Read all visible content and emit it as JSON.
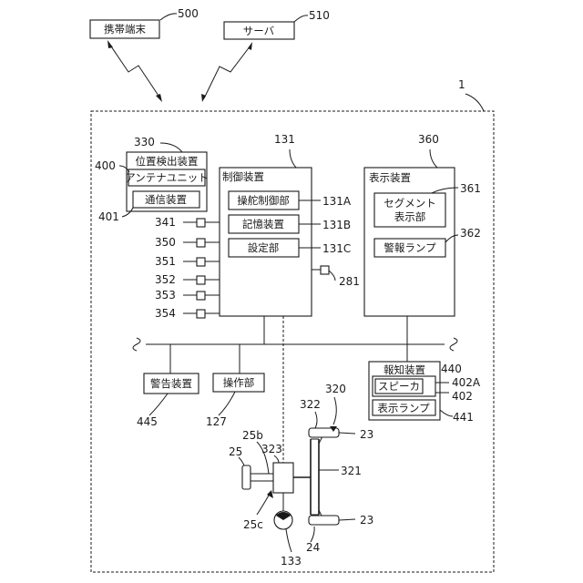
{
  "external": {
    "mobile_terminal": {
      "label": "携帯端末",
      "ref": "500"
    },
    "server": {
      "label": "サーバ",
      "ref": "510"
    }
  },
  "system_ref": "1",
  "position_detector": {
    "ref": "330",
    "title": "位置検出装置",
    "antenna": {
      "label": "アンテナユニット",
      "ref": "400"
    },
    "comm": {
      "label": "通信装置",
      "ref": "401"
    }
  },
  "controller": {
    "ref": "131",
    "title": "制御装置",
    "steering": {
      "label": "操舵制御部",
      "ref": "131A"
    },
    "storage": {
      "label": "記憶装置",
      "ref": "131B"
    },
    "setting": {
      "label": "設定部",
      "ref": "131C"
    },
    "connector_ref": "281"
  },
  "sensor_refs": [
    "341",
    "350",
    "351",
    "352",
    "353",
    "354"
  ],
  "display": {
    "ref": "360",
    "title": "表示装置",
    "segment": {
      "label_line1": "セグメント",
      "label_line2": "表示部",
      "ref": "361"
    },
    "warning_lamp": {
      "label": "警報ランプ",
      "ref": "362"
    }
  },
  "notifier": {
    "ref": "440",
    "title": "報知装置",
    "speaker": {
      "label": "スピーカ",
      "ref": "402A"
    },
    "speaker_group_ref": "402",
    "indicator_lamp": {
      "label": "表示ランプ",
      "ref": "441"
    }
  },
  "alarm": {
    "label": "警告装置",
    "ref": "445"
  },
  "operation": {
    "label": "操作部",
    "ref": "127"
  },
  "steering_mech": {
    "axle_ref": "320",
    "tie_rod_ref": "322",
    "gearbox_ref": "323",
    "shaft_ref": "25b",
    "wheel_ref": "25",
    "angle_ref": "25c",
    "rack_ref": "321",
    "link_ref": "24",
    "tire_top_ref": "23",
    "tire_bottom_ref": "23",
    "motor_ref": "133"
  }
}
